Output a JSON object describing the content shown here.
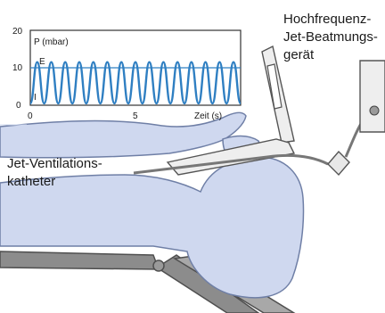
{
  "labels": {
    "device": [
      "Hochfrequenz-",
      "Jet-Beatmungs-",
      "gerät"
    ],
    "catheter": [
      "Jet-Ventilations-",
      "katheter"
    ]
  },
  "colors": {
    "body_fill": "#cfd8ef",
    "body_stroke": "#6f7fa6",
    "wave": "#2f7fc2",
    "table": "#8c8c8c",
    "device_fill": "#eeeeee"
  },
  "chart_data": {
    "type": "line",
    "ylabel": "P (mbar)",
    "xlabel": "Zeit (s)",
    "annotations": [
      "E",
      "I"
    ],
    "xlim": [
      0,
      10
    ],
    "ylim": [
      0,
      20
    ],
    "x_ticks": [
      "0",
      "5"
    ],
    "y_ticks": [
      "0",
      "10",
      "20"
    ],
    "reference_lines": [
      10
    ],
    "series": [
      {
        "values_description_free": true,
        "x": [
          0.0,
          0.33,
          0.66,
          1.0,
          1.33,
          1.66,
          2.0,
          2.33,
          2.66,
          3.0,
          3.33,
          3.66,
          4.0,
          4.33,
          4.66,
          5.0,
          5.33,
          5.66,
          6.0,
          6.33,
          6.66,
          7.0,
          7.33,
          7.66,
          8.0,
          8.33,
          8.66,
          9.0,
          9.33,
          9.66,
          10.0
        ],
        "y": [
          0.5,
          11.5,
          0.5,
          11.5,
          0.5,
          11.5,
          0.5,
          11.5,
          0.5,
          11.5,
          0.5,
          11.5,
          0.5,
          11.5,
          0.5,
          11.5,
          0.5,
          11.5,
          0.5,
          11.5,
          0.5,
          11.5,
          0.5,
          11.5,
          0.5,
          11.5,
          0.5,
          11.5,
          0.5,
          11.5,
          0.5
        ]
      }
    ]
  }
}
